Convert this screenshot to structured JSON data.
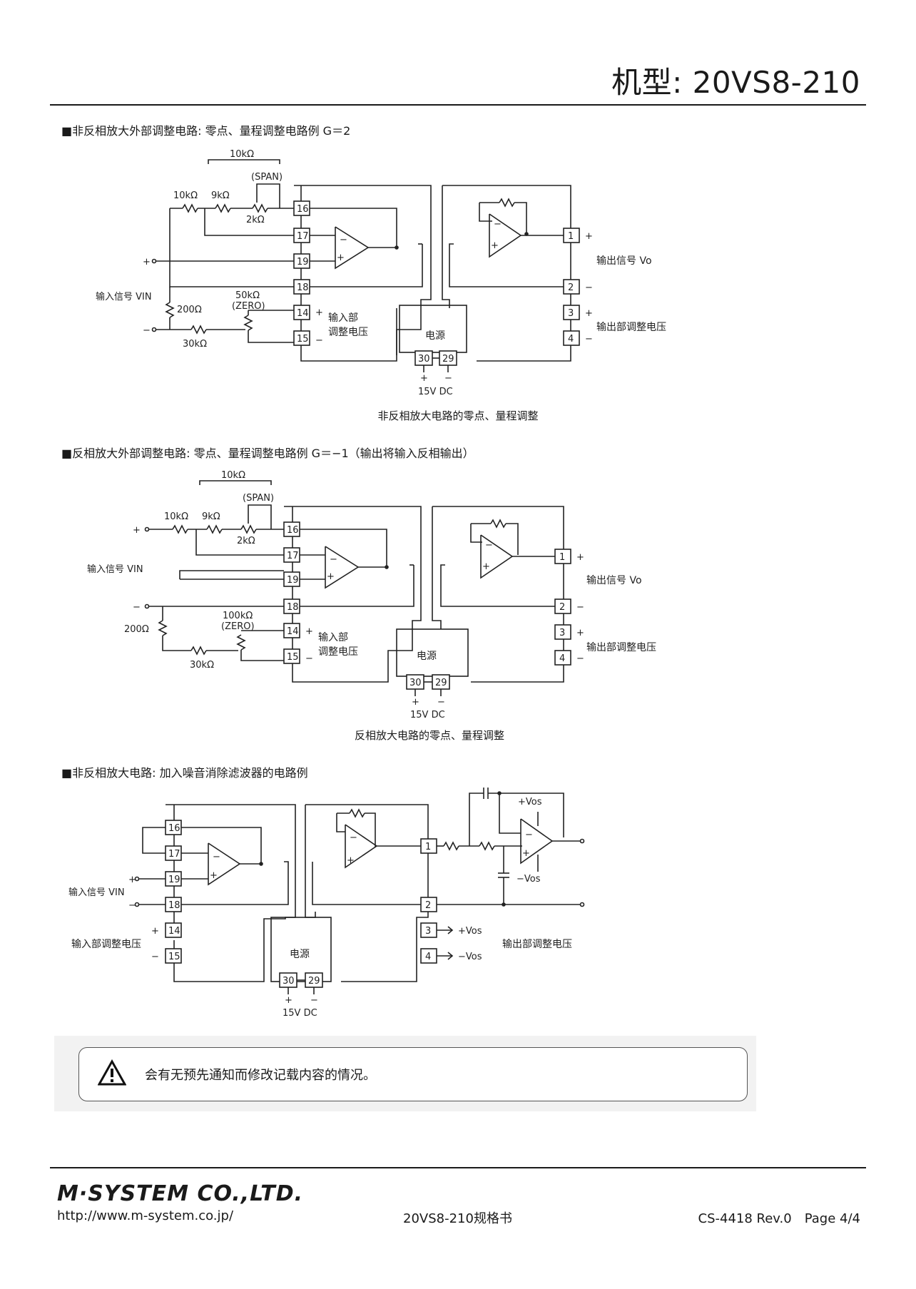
{
  "header": {
    "model_title": "机型: 20VS8-210"
  },
  "sections": [
    {
      "title": "■非反相放大外部调整电路: 零点、量程调整电路例 G＝2",
      "caption": "非反相放大电路的零点、量程调整",
      "labels": {
        "r_top": "10kΩ",
        "span": "(SPAN)",
        "r1": "10kΩ",
        "r2": "9kΩ",
        "pot": "2kΩ",
        "plus": "+",
        "minus": "−",
        "vin": "输入信号 VIN",
        "r200": "200Ω",
        "zero_pot": "50kΩ",
        "zero": "(ZERO)",
        "r30": "30kΩ",
        "in_adj": "输入部",
        "in_adj2": "调整电压",
        "power": "电源",
        "dc": "15V DC",
        "vo": "输出信号 Vo",
        "out_adj": "输出部调整电压"
      },
      "terminals": [
        "16",
        "17",
        "19",
        "18",
        "14",
        "15",
        "30",
        "29",
        "1",
        "2",
        "3",
        "4"
      ]
    },
    {
      "title": "■反相放大外部调整电路: 零点、量程调整电路例 G＝−1（输出将输入反相输出）",
      "caption": "反相放大电路的零点、量程调整",
      "labels": {
        "r_top": "10kΩ",
        "span": "(SPAN)",
        "r1": "10kΩ",
        "r2": "9kΩ",
        "pot": "2kΩ",
        "plus": "+",
        "minus": "−",
        "vin": "输入信号 VIN",
        "r200": "200Ω",
        "zero_pot": "100kΩ",
        "zero": "(ZERO)",
        "r30": "30kΩ",
        "in_adj": "输入部",
        "in_adj2": "调整电压",
        "power": "电源",
        "dc": "15V DC",
        "vo": "输出信号 Vo",
        "out_adj": "输出部调整电压"
      },
      "terminals": [
        "16",
        "17",
        "19",
        "18",
        "14",
        "15",
        "30",
        "29",
        "1",
        "2",
        "3",
        "4"
      ]
    },
    {
      "title": "■非反相放大电路: 加入噪音消除滤波器的电路例",
      "labels": {
        "plus": "+",
        "minus": "−",
        "vin": "输入信号 VIN",
        "in_adj": "输入部调整电压",
        "power": "电源",
        "dc": "15V DC",
        "pvos": "+Vos",
        "mvos": "−Vos",
        "out_adj": "输出部调整电压"
      },
      "terminals": [
        "16",
        "17",
        "19",
        "18",
        "14",
        "15",
        "30",
        "29",
        "1",
        "2",
        "3",
        "4"
      ]
    }
  ],
  "notice": {
    "text": "会有无预先通知而修改记载内容的情况。",
    "icon": "warning-icon"
  },
  "footer": {
    "logo": "M·SYSTEM CO.,LTD.",
    "url": "http://www.m-system.co.jp/",
    "doc": "20VS8-210规格书",
    "rev": "CS-4418 Rev.0　Page 4/4"
  }
}
